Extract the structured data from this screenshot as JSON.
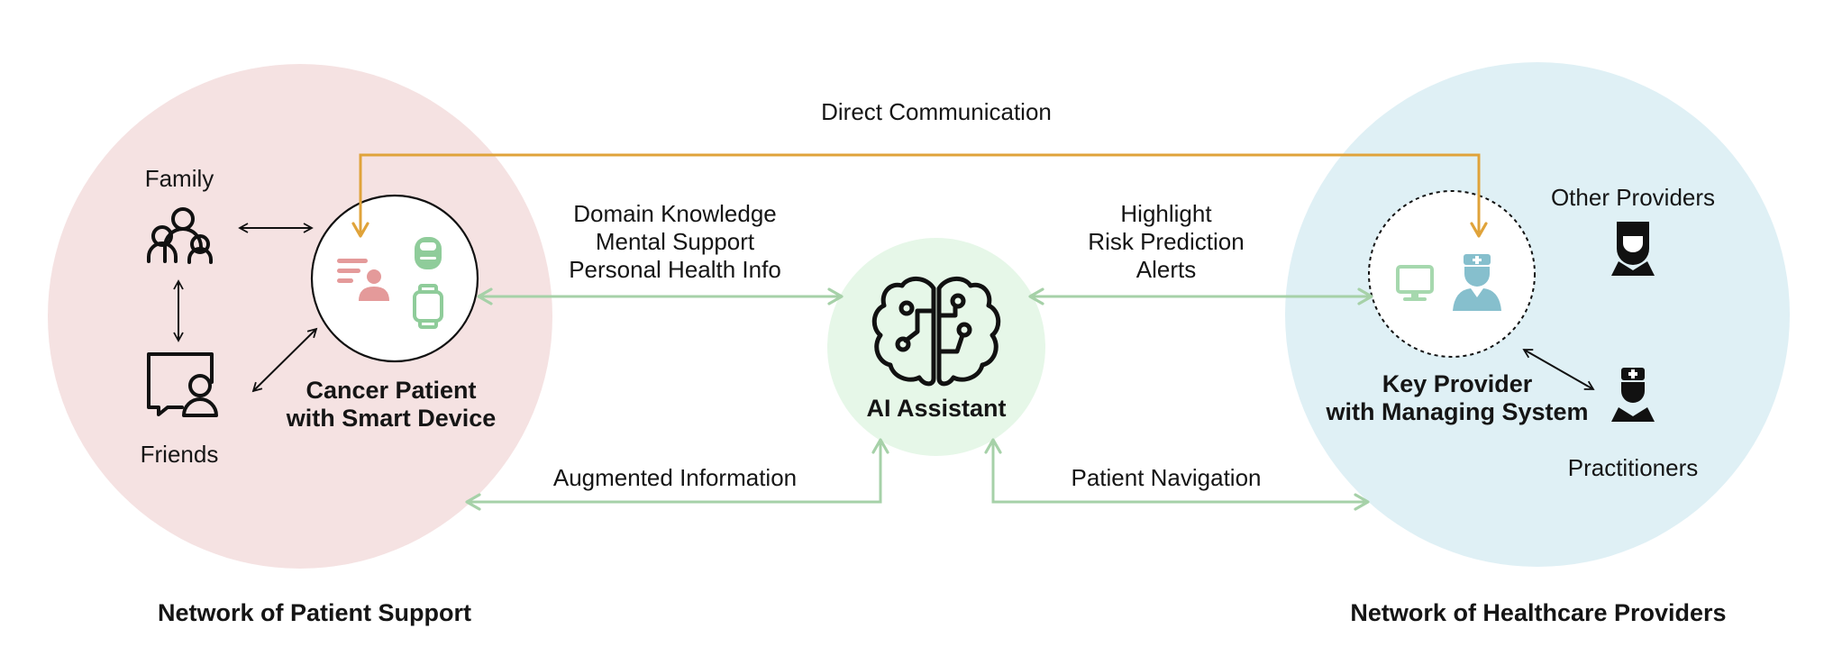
{
  "networks": {
    "patient_support": {
      "title": "Network of Patient Support"
    },
    "healthcare_providers": {
      "title": "Network of Healthcare Providers"
    }
  },
  "nodes": {
    "family": {
      "label": "Family"
    },
    "friends": {
      "label": "Friends"
    },
    "patient": {
      "label_line1": "Cancer Patient",
      "label_line2": "with Smart Device"
    },
    "ai": {
      "label": "AI Assistant"
    },
    "key_provider": {
      "label_line1": "Key Provider",
      "label_line2": "with Managing System"
    },
    "other_providers": {
      "label": "Other Providers"
    },
    "practitioners": {
      "label": "Practitioners"
    }
  },
  "edges": {
    "direct_communication": {
      "label": "Direct Communication"
    },
    "patient_ai": {
      "lines": [
        "Domain Knowledge",
        "Mental Support",
        "Personal Health Info"
      ]
    },
    "ai_provider": {
      "lines": [
        "Highlight",
        "Risk Prediction",
        "Alerts"
      ]
    },
    "augmented_info": {
      "label": "Augmented Information"
    },
    "patient_navigation": {
      "label": "Patient Navigation"
    }
  },
  "colors": {
    "patient_network_bg": "#f5e2e2",
    "provider_network_bg": "#dff0f5",
    "ai_bg": "#e6f7e8",
    "ai_link": "#a6d1a8",
    "direct_link": "#e0a33a",
    "patient_icon": "#e49a9a",
    "patient_device": "#8fcc9a",
    "provider_icon": "#86bfcd",
    "provider_device": "#a6d8ae"
  }
}
